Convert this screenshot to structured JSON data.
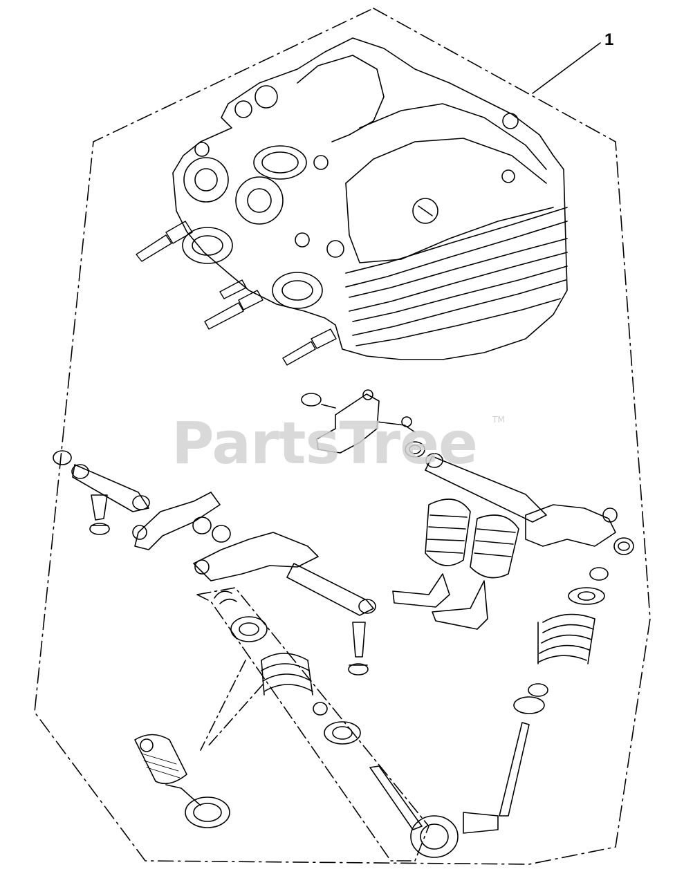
{
  "diagram": {
    "callouts": [
      {
        "label": "1"
      }
    ],
    "watermark": {
      "text": "PartsTree",
      "trademark": "TM"
    }
  }
}
